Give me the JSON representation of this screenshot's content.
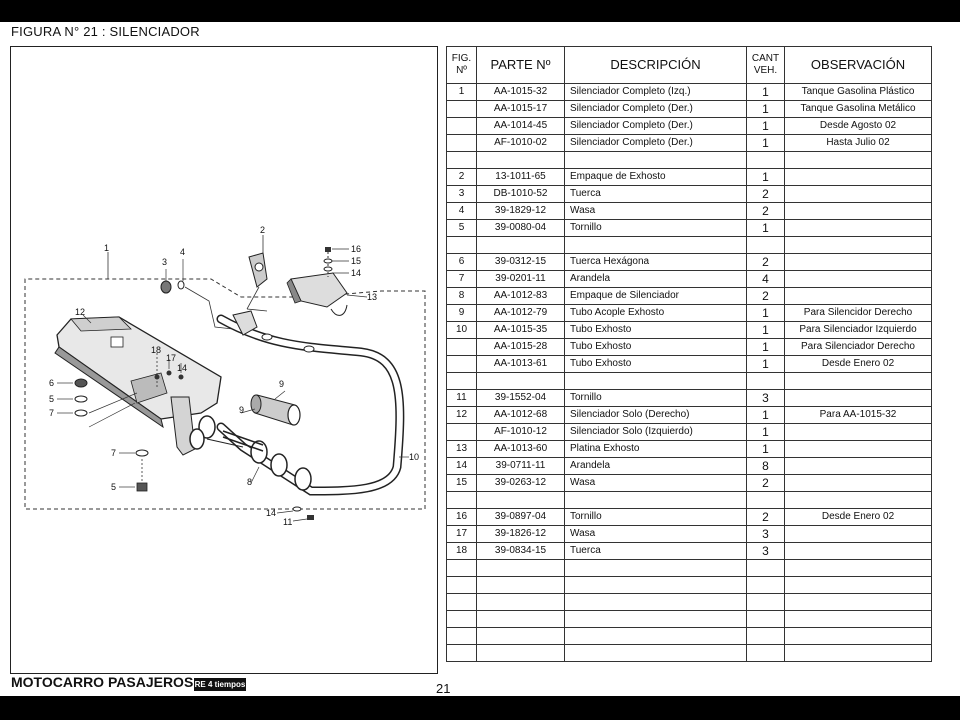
{
  "header": {
    "title": "FIGURA N° 21 : SILENCIADOR"
  },
  "diagram": {
    "callouts": [
      "1",
      "2",
      "3",
      "4",
      "16",
      "15",
      "14",
      "13",
      "12",
      "18",
      "17",
      "14",
      "9",
      "9",
      "6",
      "5",
      "7",
      "8",
      "10",
      "7",
      "5",
      "14",
      "11"
    ]
  },
  "table": {
    "headers": {
      "fig": "FIG. Nº",
      "parte": "PARTE Nº",
      "descripcion": "DESCRIPCIÓN",
      "cant": "CANT VEH.",
      "observacion": "OBSERVACIÓN"
    },
    "rows": [
      {
        "fig": "1",
        "parte": "AA-1015-32",
        "desc": "Silenciador Completo (Izq.)",
        "cant": "1",
        "obs": "Tanque Gasolina Plástico"
      },
      {
        "fig": "",
        "parte": "AA-1015-17",
        "desc": "Silenciador Completo (Der.)",
        "cant": "1",
        "obs": "Tanque Gasolina Metálico"
      },
      {
        "fig": "",
        "parte": "AA-1014-45",
        "desc": "Silenciador Completo (Der.)",
        "cant": "1",
        "obs": "Desde Agosto 02"
      },
      {
        "fig": "",
        "parte": "AF-1010-02",
        "desc": "Silenciador Completo (Der.)",
        "cant": "1",
        "obs": "Hasta Julio 02"
      },
      {
        "fig": "",
        "parte": "",
        "desc": "",
        "cant": "",
        "obs": ""
      },
      {
        "fig": "2",
        "parte": "13-1011-65",
        "desc": "Empaque de Exhosto",
        "cant": "1",
        "obs": ""
      },
      {
        "fig": "3",
        "parte": "DB-1010-52",
        "desc": "Tuerca",
        "cant": "2",
        "obs": ""
      },
      {
        "fig": "4",
        "parte": "39-1829-12",
        "desc": "Wasa",
        "cant": "2",
        "obs": ""
      },
      {
        "fig": "5",
        "parte": "39-0080-04",
        "desc": "Tornillo",
        "cant": "1",
        "obs": ""
      },
      {
        "fig": "",
        "parte": "",
        "desc": "",
        "cant": "",
        "obs": ""
      },
      {
        "fig": "6",
        "parte": "39-0312-15",
        "desc": "Tuerca Hexágona",
        "cant": "2",
        "obs": ""
      },
      {
        "fig": "7",
        "parte": "39-0201-11",
        "desc": "Arandela",
        "cant": "4",
        "obs": ""
      },
      {
        "fig": "8",
        "parte": "AA-1012-83",
        "desc": "Empaque de Silenciador",
        "cant": "2",
        "obs": ""
      },
      {
        "fig": "9",
        "parte": "AA-1012-79",
        "desc": "Tubo Acople Exhosto",
        "cant": "1",
        "obs": "Para Silencidor Derecho"
      },
      {
        "fig": "10",
        "parte": "AA-1015-35",
        "desc": "Tubo Exhosto",
        "cant": "1",
        "obs": "Para Silenciador Izquierdo"
      },
      {
        "fig": "",
        "parte": "AA-1015-28",
        "desc": "Tubo Exhosto",
        "cant": "1",
        "obs": "Para Silenciador Derecho"
      },
      {
        "fig": "",
        "parte": "AA-1013-61",
        "desc": "Tubo Exhosto",
        "cant": "1",
        "obs": "Desde Enero 02"
      },
      {
        "fig": "",
        "parte": "",
        "desc": "",
        "cant": "",
        "obs": ""
      },
      {
        "fig": "11",
        "parte": "39-1552-04",
        "desc": "Tornillo",
        "cant": "3",
        "obs": ""
      },
      {
        "fig": "12",
        "parte": "AA-1012-68",
        "desc": "Silenciador Solo  (Derecho)",
        "cant": "1",
        "obs": "Para AA-1015-32"
      },
      {
        "fig": "",
        "parte": "AF-1010-12",
        "desc": "Silenciador Solo (Izquierdo)",
        "cant": "1",
        "obs": ""
      },
      {
        "fig": "13",
        "parte": "AA-1013-60",
        "desc": "Platina Exhosto",
        "cant": "1",
        "obs": ""
      },
      {
        "fig": "14",
        "parte": "39-0711-11",
        "desc": "Arandela",
        "cant": "8",
        "obs": ""
      },
      {
        "fig": "15",
        "parte": "39-0263-12",
        "desc": "Wasa",
        "cant": "2",
        "obs": ""
      },
      {
        "fig": "",
        "parte": "",
        "desc": "",
        "cant": "",
        "obs": ""
      },
      {
        "fig": "16",
        "parte": "39-0897-04",
        "desc": "Tornillo",
        "cant": "2",
        "obs": "Desde Enero 02"
      },
      {
        "fig": "17",
        "parte": "39-1826-12",
        "desc": "Wasa",
        "cant": "3",
        "obs": ""
      },
      {
        "fig": "18",
        "parte": "39-0834-15",
        "desc": "Tuerca",
        "cant": "3",
        "obs": ""
      },
      {
        "fig": "",
        "parte": "",
        "desc": "",
        "cant": "",
        "obs": ""
      },
      {
        "fig": "",
        "parte": "",
        "desc": "",
        "cant": "",
        "obs": ""
      },
      {
        "fig": "",
        "parte": "",
        "desc": "",
        "cant": "",
        "obs": ""
      },
      {
        "fig": "",
        "parte": "",
        "desc": "",
        "cant": "",
        "obs": ""
      },
      {
        "fig": "",
        "parte": "",
        "desc": "",
        "cant": "",
        "obs": ""
      },
      {
        "fig": "",
        "parte": "",
        "desc": "",
        "cant": "",
        "obs": ""
      }
    ]
  },
  "footer": {
    "title": "MOTOCARRO PASAJEROS",
    "brand": "RE 4 tiempos",
    "page_number": "21"
  }
}
